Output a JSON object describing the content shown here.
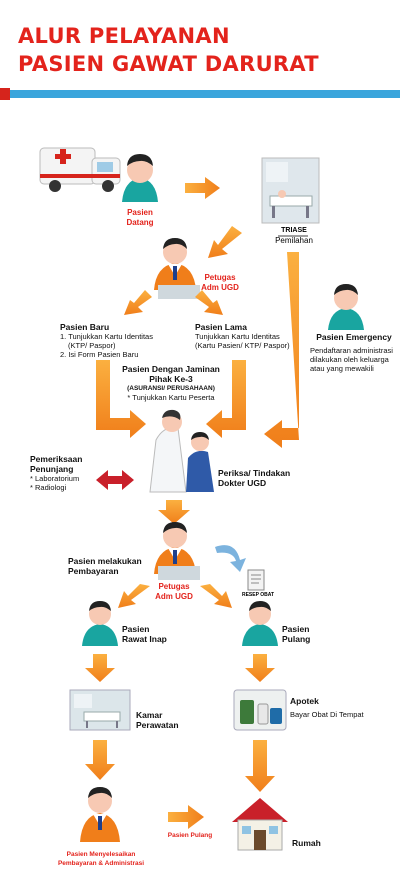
{
  "title": {
    "line1": "ALUR PELAYANAN",
    "line2": "PASIEN GAWAT DARURAT"
  },
  "nodes": {
    "pasien_datang": {
      "line1": "Pasien",
      "line2": "Datang"
    },
    "triase": {
      "line1": "TRIASE",
      "line2": "Pemilahan"
    },
    "petugas_adm_1": {
      "line1": "Petugas",
      "line2": "Adm UGD"
    },
    "pasien_baru": {
      "title": "Pasien Baru",
      "item1a": "1. Tunjukkan Kartu Identitas",
      "item1b": "(KTP/ Paspor)",
      "item2": "2. Isi Form Pasien Baru"
    },
    "pasien_lama": {
      "title": "Pasien Lama",
      "line1": "Tunjukkan Kartu Identitas",
      "line2": "(Kartu Pasien/ KTP/ Paspor)"
    },
    "pasien_emergency": {
      "title": "Pasien Emergency",
      "line1": "Pendaftaran   administrasi",
      "line2": "dilakukan  oleh  keluarga",
      "line3": "atau yang mewakili"
    },
    "jaminan": {
      "line1": "Pasien Dengan Jaminan",
      "line2": "Pihak Ke-3",
      "line3": "(ASURANSI/ PERUSAHAAN)",
      "line4": "* Tunjukkan Kartu Peserta"
    },
    "pemeriksaan": {
      "line1": "Pemeriksaan",
      "line2": "Penunjang",
      "line3": "* Laboratorium",
      "line4": "* Radiologi"
    },
    "periksa": {
      "line1": "Periksa/ Tindakan",
      "line2": "Dokter UGD"
    },
    "pembayaran": {
      "line1": "Pasien melakukan",
      "line2": "Pembayaran"
    },
    "petugas_adm_2": {
      "line1": "Petugas",
      "line2": "Adm UGD"
    },
    "resep": "RESEP OBAT",
    "rawat_inap": {
      "line1": "Pasien",
      "line2": "Rawat Inap"
    },
    "pulang": {
      "line1": "Pasien",
      "line2": "Pulang"
    },
    "kamar": {
      "line1": "Kamar",
      "line2": "Perawatan"
    },
    "apotek": {
      "title": "Apotek",
      "line1": "Bayar Obat Di Tempat"
    },
    "menyelesaikan": {
      "line1": "Pasien Menyelesaikan",
      "line2": "Pembayaran & Administrasi"
    },
    "pasien_pulang_arrow": "Pasien Pulang",
    "rumah": "Rumah"
  },
  "colors": {
    "accent_red": "#e3231c",
    "arrow_orange": "#f28c1c",
    "band_blue": "#3aa5dc",
    "skin_green": "#19a5a0"
  }
}
